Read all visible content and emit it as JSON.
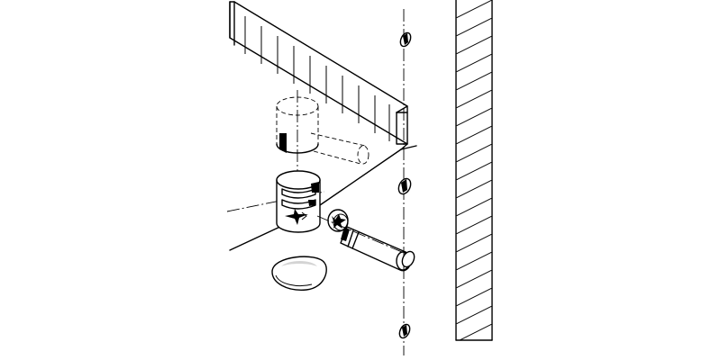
{
  "diagram": {
    "kind": "exploded-assembly-illustration",
    "parts": [
      "shelf-panel",
      "cam-housing",
      "connecting-bolt",
      "cover-cap",
      "cabinet-side-panel",
      "shelf-support-holes"
    ]
  },
  "colors": {
    "line": "#000000",
    "background": "#ffffff",
    "shade": "#d4d4d4"
  }
}
